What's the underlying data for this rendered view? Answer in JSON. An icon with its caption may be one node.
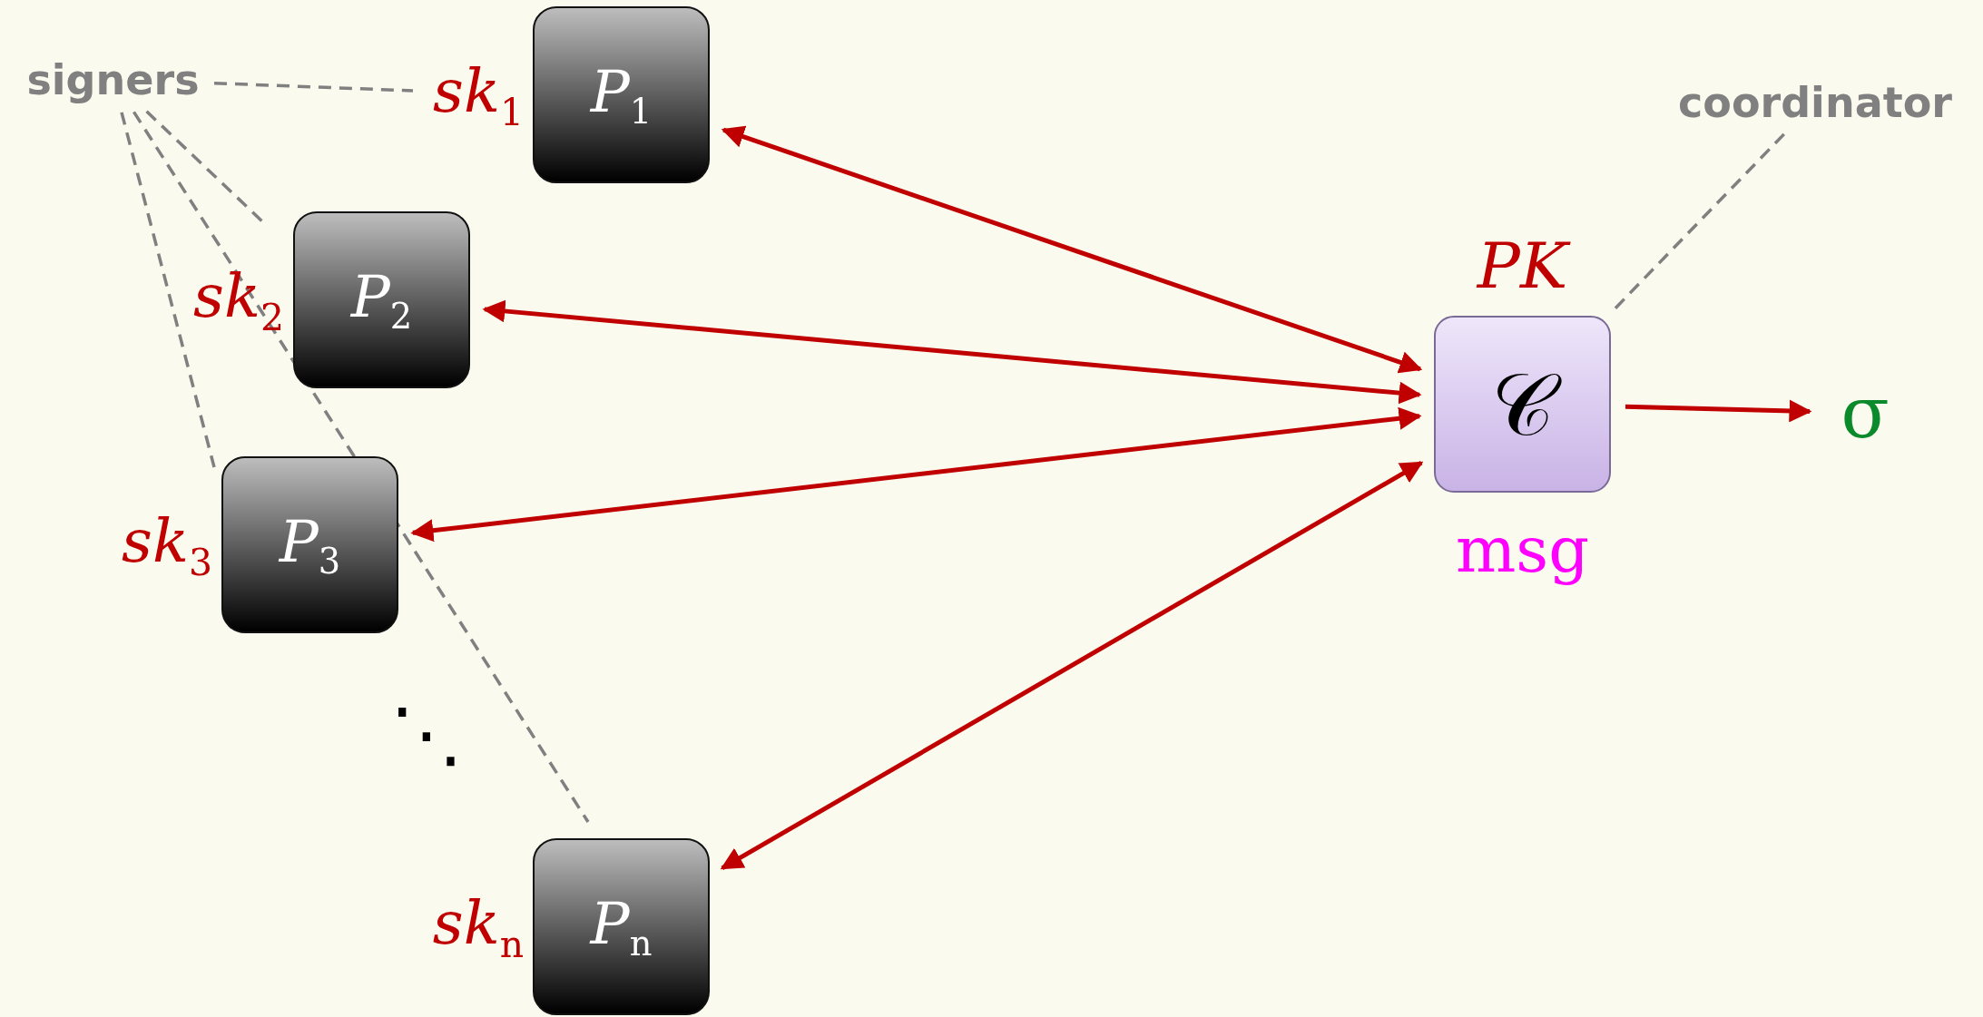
{
  "diagram": {
    "nodes": [
      {
        "text": [
          "P$_{1}$"
        ],
        "beside": [
          "sk$_{1}$"
        ]
      },
      {
        "text": [
          "P$_{2}$"
        ],
        "beside": [
          "sk$_{2}$"
        ]
      },
      {
        "text": [
          "P$_{3}$"
        ],
        "beside": [
          "sk$_{3}$"
        ]
      },
      {
        "text": [
          "P$_{n}$"
        ],
        "beside": [
          "sk$_{n}$"
        ]
      },
      {
        "text": [
          "𝒞"
        ],
        "beside": [
          "PK",
          "msg"
        ]
      },
      {
        "text": [
          "σ"
        ]
      },
      {
        "text": [
          "signers"
        ]
      },
      {
        "text": [
          "coordinator"
        ]
      }
    ],
    "edges": [
      {
        "from": 0,
        "to": 4,
        "arrow": "both"
      },
      {
        "from": 1,
        "to": 4,
        "arrow": "both"
      },
      {
        "from": 2,
        "to": 4,
        "arrow": "both"
      },
      {
        "from": 3,
        "to": 4,
        "arrow": "both"
      },
      {
        "from": 4,
        "to": 5,
        "arrow": "to"
      },
      {
        "from": 6,
        "to": 0,
        "arrow": "none",
        "style": "dashed",
        "color": "#808080"
      },
      {
        "from": 6,
        "to": 1,
        "arrow": "none",
        "style": "dashed",
        "color": "#808080"
      },
      {
        "from": 6,
        "to": 2,
        "arrow": "none",
        "style": "dashed",
        "color": "#808080"
      },
      {
        "from": 6,
        "to": 3,
        "arrow": "none",
        "style": "dashed",
        "color": "#808080"
      },
      {
        "from": 7,
        "to": 4,
        "arrow": "none",
        "style": "dashed",
        "color": "#808080"
      }
    ],
    "labels": [
      "⋱"
    ]
  }
}
